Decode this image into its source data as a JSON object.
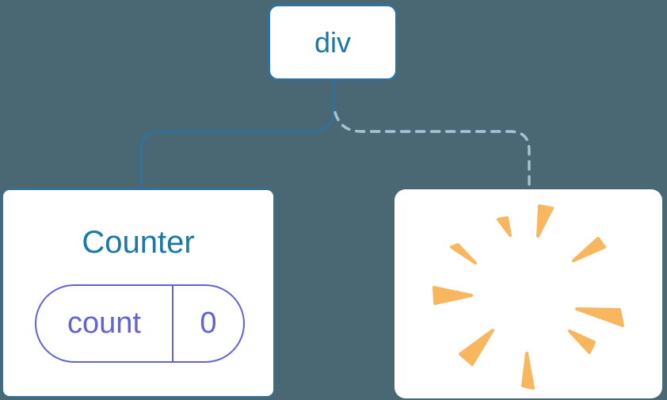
{
  "colors": {
    "background": "#4a6873",
    "node_bg": "#ffffff",
    "node_border": "#31719c",
    "node_text": "#1878a8",
    "edge_solid": "#31719c",
    "edge_dashed": "#a4c3d8",
    "state_accent": "#6262d3",
    "poof": "#f8b65f"
  },
  "tree": {
    "root": {
      "label": "div"
    },
    "children": [
      {
        "title": "Counter",
        "edge": "solid",
        "state": {
          "key": "count",
          "value": "0"
        }
      },
      {
        "title": "",
        "edge": "dashed",
        "icon": "poof-icon"
      }
    ]
  }
}
